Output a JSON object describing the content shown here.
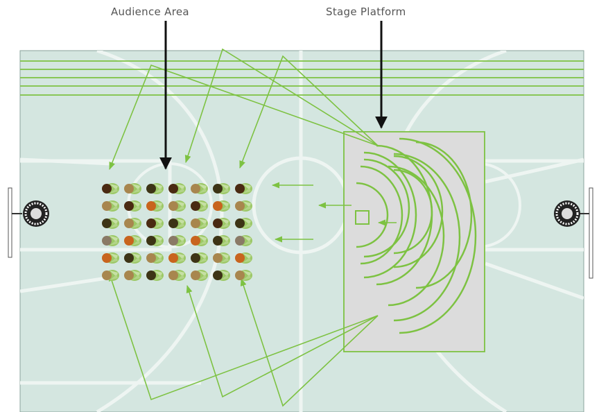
{
  "labels": {
    "audience": "Audience Area",
    "stage": "Stage Platform"
  },
  "colors": {
    "court": "#d4e6e0",
    "court_line": "#eef5f2",
    "stage": "#dcdcdc",
    "green": "#7dc242",
    "callout": "#111111",
    "skin_dark": "#4a2a12",
    "skin_medium": "#a8864e",
    "skin_orange": "#c8641e",
    "skin_olive": "#3d3416",
    "skin_grey": "#8a7a66",
    "clothing": "#9cc866"
  },
  "audience": {
    "rows": 6,
    "columns": 7,
    "seat_colors": [
      [
        "skin_dark",
        "skin_medium",
        "skin_olive",
        "skin_dark",
        "skin_medium",
        "skin_olive",
        "skin_dark"
      ],
      [
        "skin_medium",
        "skin_dark",
        "skin_orange",
        "skin_medium",
        "skin_dark",
        "skin_orange",
        "skin_medium"
      ],
      [
        "skin_olive",
        "skin_medium",
        "skin_dark",
        "skin_olive",
        "skin_medium",
        "skin_dark",
        "skin_olive"
      ],
      [
        "skin_grey",
        "skin_orange",
        "skin_olive",
        "skin_grey",
        "skin_orange",
        "skin_olive",
        "skin_grey"
      ],
      [
        "skin_orange",
        "skin_olive",
        "skin_medium",
        "skin_orange",
        "skin_olive",
        "skin_medium",
        "skin_orange"
      ],
      [
        "skin_medium",
        "skin_medium",
        "skin_olive",
        "skin_medium",
        "skin_medium",
        "skin_olive",
        "skin_medium"
      ]
    ]
  }
}
